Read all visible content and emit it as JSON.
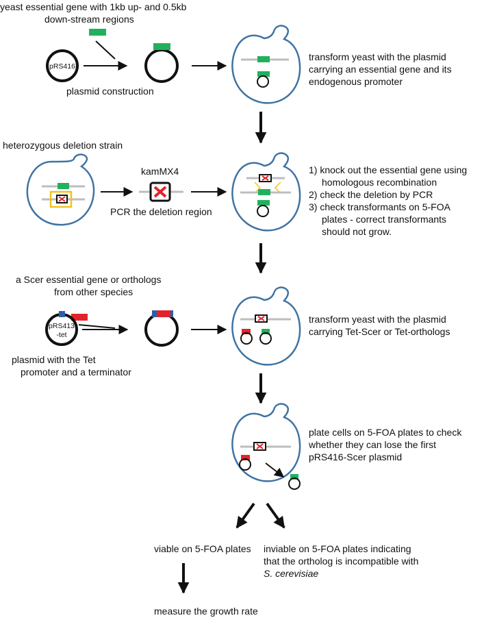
{
  "colors": {
    "green_gene": "#21b15c",
    "red_gene": "#e2232a",
    "blue_promoter": "#2e5ea9",
    "cell_outline": "#3f73a3",
    "chromosome": "#bdbdbd",
    "marker_box": "#f2c21a",
    "deletion_x": "#e2232a",
    "arrow": "#111111"
  },
  "step1": {
    "gene_label_line1": "yeast essential gene with 1kb up- and 0.5kb",
    "gene_label_line2": "down-stream regions",
    "plasmid_name": "pRS416",
    "caption": "plasmid construction",
    "desc_line1": "transform yeast with the plasmid",
    "desc_line2": "carrying an essential gene and its",
    "desc_line3": "endogenous promoter"
  },
  "step2": {
    "title": "heterozygous deletion strain",
    "marker_name": "kamMX4",
    "caption": "PCR the deletion region",
    "desc_lines": [
      "1) knock out the essential gene using",
      "homologous recombination",
      "2) check the deletion by PCR",
      "3) check transformants on 5-FOA",
      "plates - correct transformants",
      "should not grow."
    ]
  },
  "step3": {
    "gene_label_line1": "a Scer essential gene or orthologs",
    "gene_label_line2": "from other species",
    "plasmid_name_line1": "pRS413",
    "plasmid_name_line2": "-tet",
    "caption_line1": "plasmid with the Tet",
    "caption_line2": "promoter and a terminator",
    "desc_line1": "transform yeast with the plasmid",
    "desc_line2": "carrying Tet-Scer or Tet-orthologs"
  },
  "step4": {
    "desc_line1": "plate cells on 5-FOA plates to check",
    "desc_line2": "whether they can lose the first",
    "desc_line3": "pRS416-Scer plasmid"
  },
  "outcomes": {
    "viable": "viable on 5-FOA plates",
    "inviable_line1": "inviable on 5-FOA plates indicating",
    "inviable_line2": "that the ortholog is incompatible with",
    "inviable_line3": "S. cerevisiae",
    "final": "measure the growth rate"
  }
}
